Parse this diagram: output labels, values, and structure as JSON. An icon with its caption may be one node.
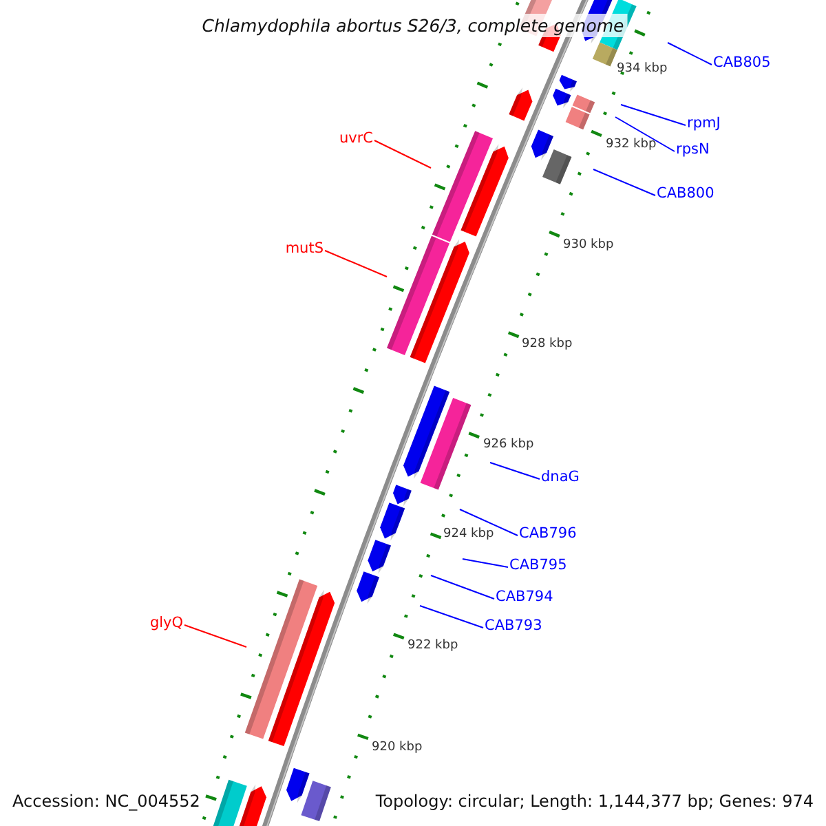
{
  "diagram": {
    "title": "Chlamydophila abortus S26/3, complete genome",
    "nodes": [
      {
        "text": [
          "CAB805"
        ]
      },
      {
        "text": [
          "rpmJ"
        ]
      },
      {
        "text": [
          "rpsN"
        ]
      },
      {
        "text": [
          "uvrC"
        ]
      },
      {
        "text": [
          "CAB800"
        ]
      },
      {
        "text": [
          "mutS"
        ]
      },
      {
        "text": [
          "dnaG"
        ]
      },
      {
        "text": [
          "CAB796"
        ]
      },
      {
        "text": [
          "CAB795"
        ]
      },
      {
        "text": [
          "CAB794"
        ]
      },
      {
        "text": [
          "CAB793"
        ]
      },
      {
        "text": [
          "glyQ"
        ]
      }
    ],
    "edges": [
      {
        "from": 0,
        "to": null,
        "arrow": "none"
      },
      {
        "from": 1,
        "to": null,
        "arrow": "none"
      },
      {
        "from": 2,
        "to": null,
        "arrow": "none"
      },
      {
        "from": 3,
        "to": null,
        "arrow": "none",
        "color": "#ff0000"
      },
      {
        "from": 4,
        "to": null,
        "arrow": "none"
      },
      {
        "from": 5,
        "to": null,
        "arrow": "none",
        "color": "#ff0000"
      },
      {
        "from": 6,
        "to": null,
        "arrow": "none"
      },
      {
        "from": 7,
        "to": null,
        "arrow": "none"
      },
      {
        "from": 8,
        "to": null,
        "arrow": "none"
      },
      {
        "from": 9,
        "to": null,
        "arrow": "none"
      },
      {
        "from": 10,
        "to": null,
        "arrow": "none"
      },
      {
        "from": 11,
        "to": null,
        "arrow": "none",
        "color": "#ff0000"
      }
    ],
    "labels": [
      "934 kbp",
      "932 kbp",
      "930 kbp",
      "928 kbp",
      "926 kbp",
      "924 kbp",
      "922 kbp",
      "920 kbp",
      "Accession: NC_004552",
      "Topology: circular; Length: 1,144,377 bp; Genes: 974"
    ]
  }
}
